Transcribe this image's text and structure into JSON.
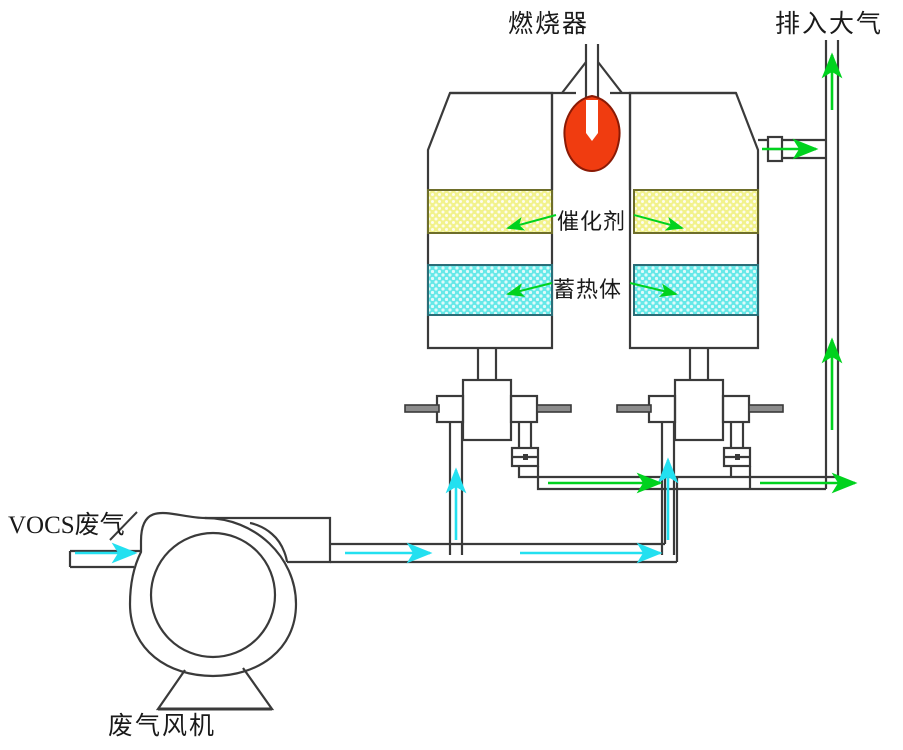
{
  "diagram": {
    "title": "VOCS waste gas regenerative catalytic oxidation (RCO) process flow",
    "labels": {
      "burner": "燃烧器",
      "exhaust": "排入大气",
      "catalyst": "催化剂",
      "heat_storage": "蓄热体",
      "vocs_inlet": "VOCS废气",
      "fan": "废气风机"
    },
    "colors": {
      "catalyst_fill": "#f2f28c",
      "catalyst_pattern": "#d8d84a",
      "heat_fill": "#66e8e8",
      "heat_pattern": "#1ec8d8",
      "flame": "#f03c10",
      "flame_stroke": "#8a1a05",
      "line": "#3a3a3a",
      "clean_gas_arrow": "#00d21e",
      "voc_gas_arrow": "#23e0f0",
      "background": "#ffffff"
    },
    "flow": {
      "voc_arrow_color_name": "cyan-arrow",
      "clean_arrow_color_name": "green-arrow",
      "voc_arrow_count": 5,
      "clean_arrow_count": 4
    },
    "components": {
      "left_chamber": "left-regenerator-chamber",
      "right_chamber": "right-regenerator-chamber",
      "left_valve": "left-switching-valve",
      "right_valve": "right-switching-valve",
      "blower": "centrifugal-blower",
      "stack": "exhaust-stack"
    }
  }
}
